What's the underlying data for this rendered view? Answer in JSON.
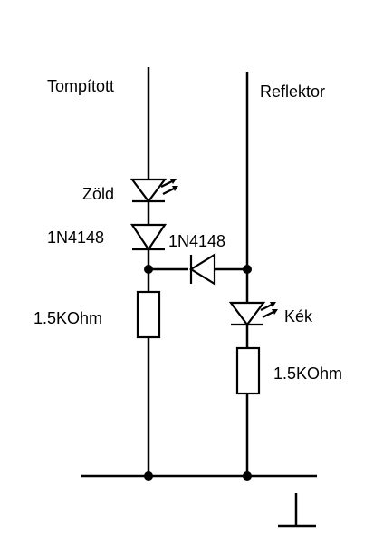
{
  "labels": {
    "left_rail": "Tompított",
    "right_rail": "Reflektor",
    "led_green": "Zöld",
    "diode_series": "1N4148",
    "diode_bridge": "1N4148",
    "resistor_left": "1.5KOhm",
    "led_blue": "Kék",
    "resistor_right": "1.5KOhm"
  },
  "colors": {
    "stroke": "#000000",
    "background": "#ffffff"
  }
}
